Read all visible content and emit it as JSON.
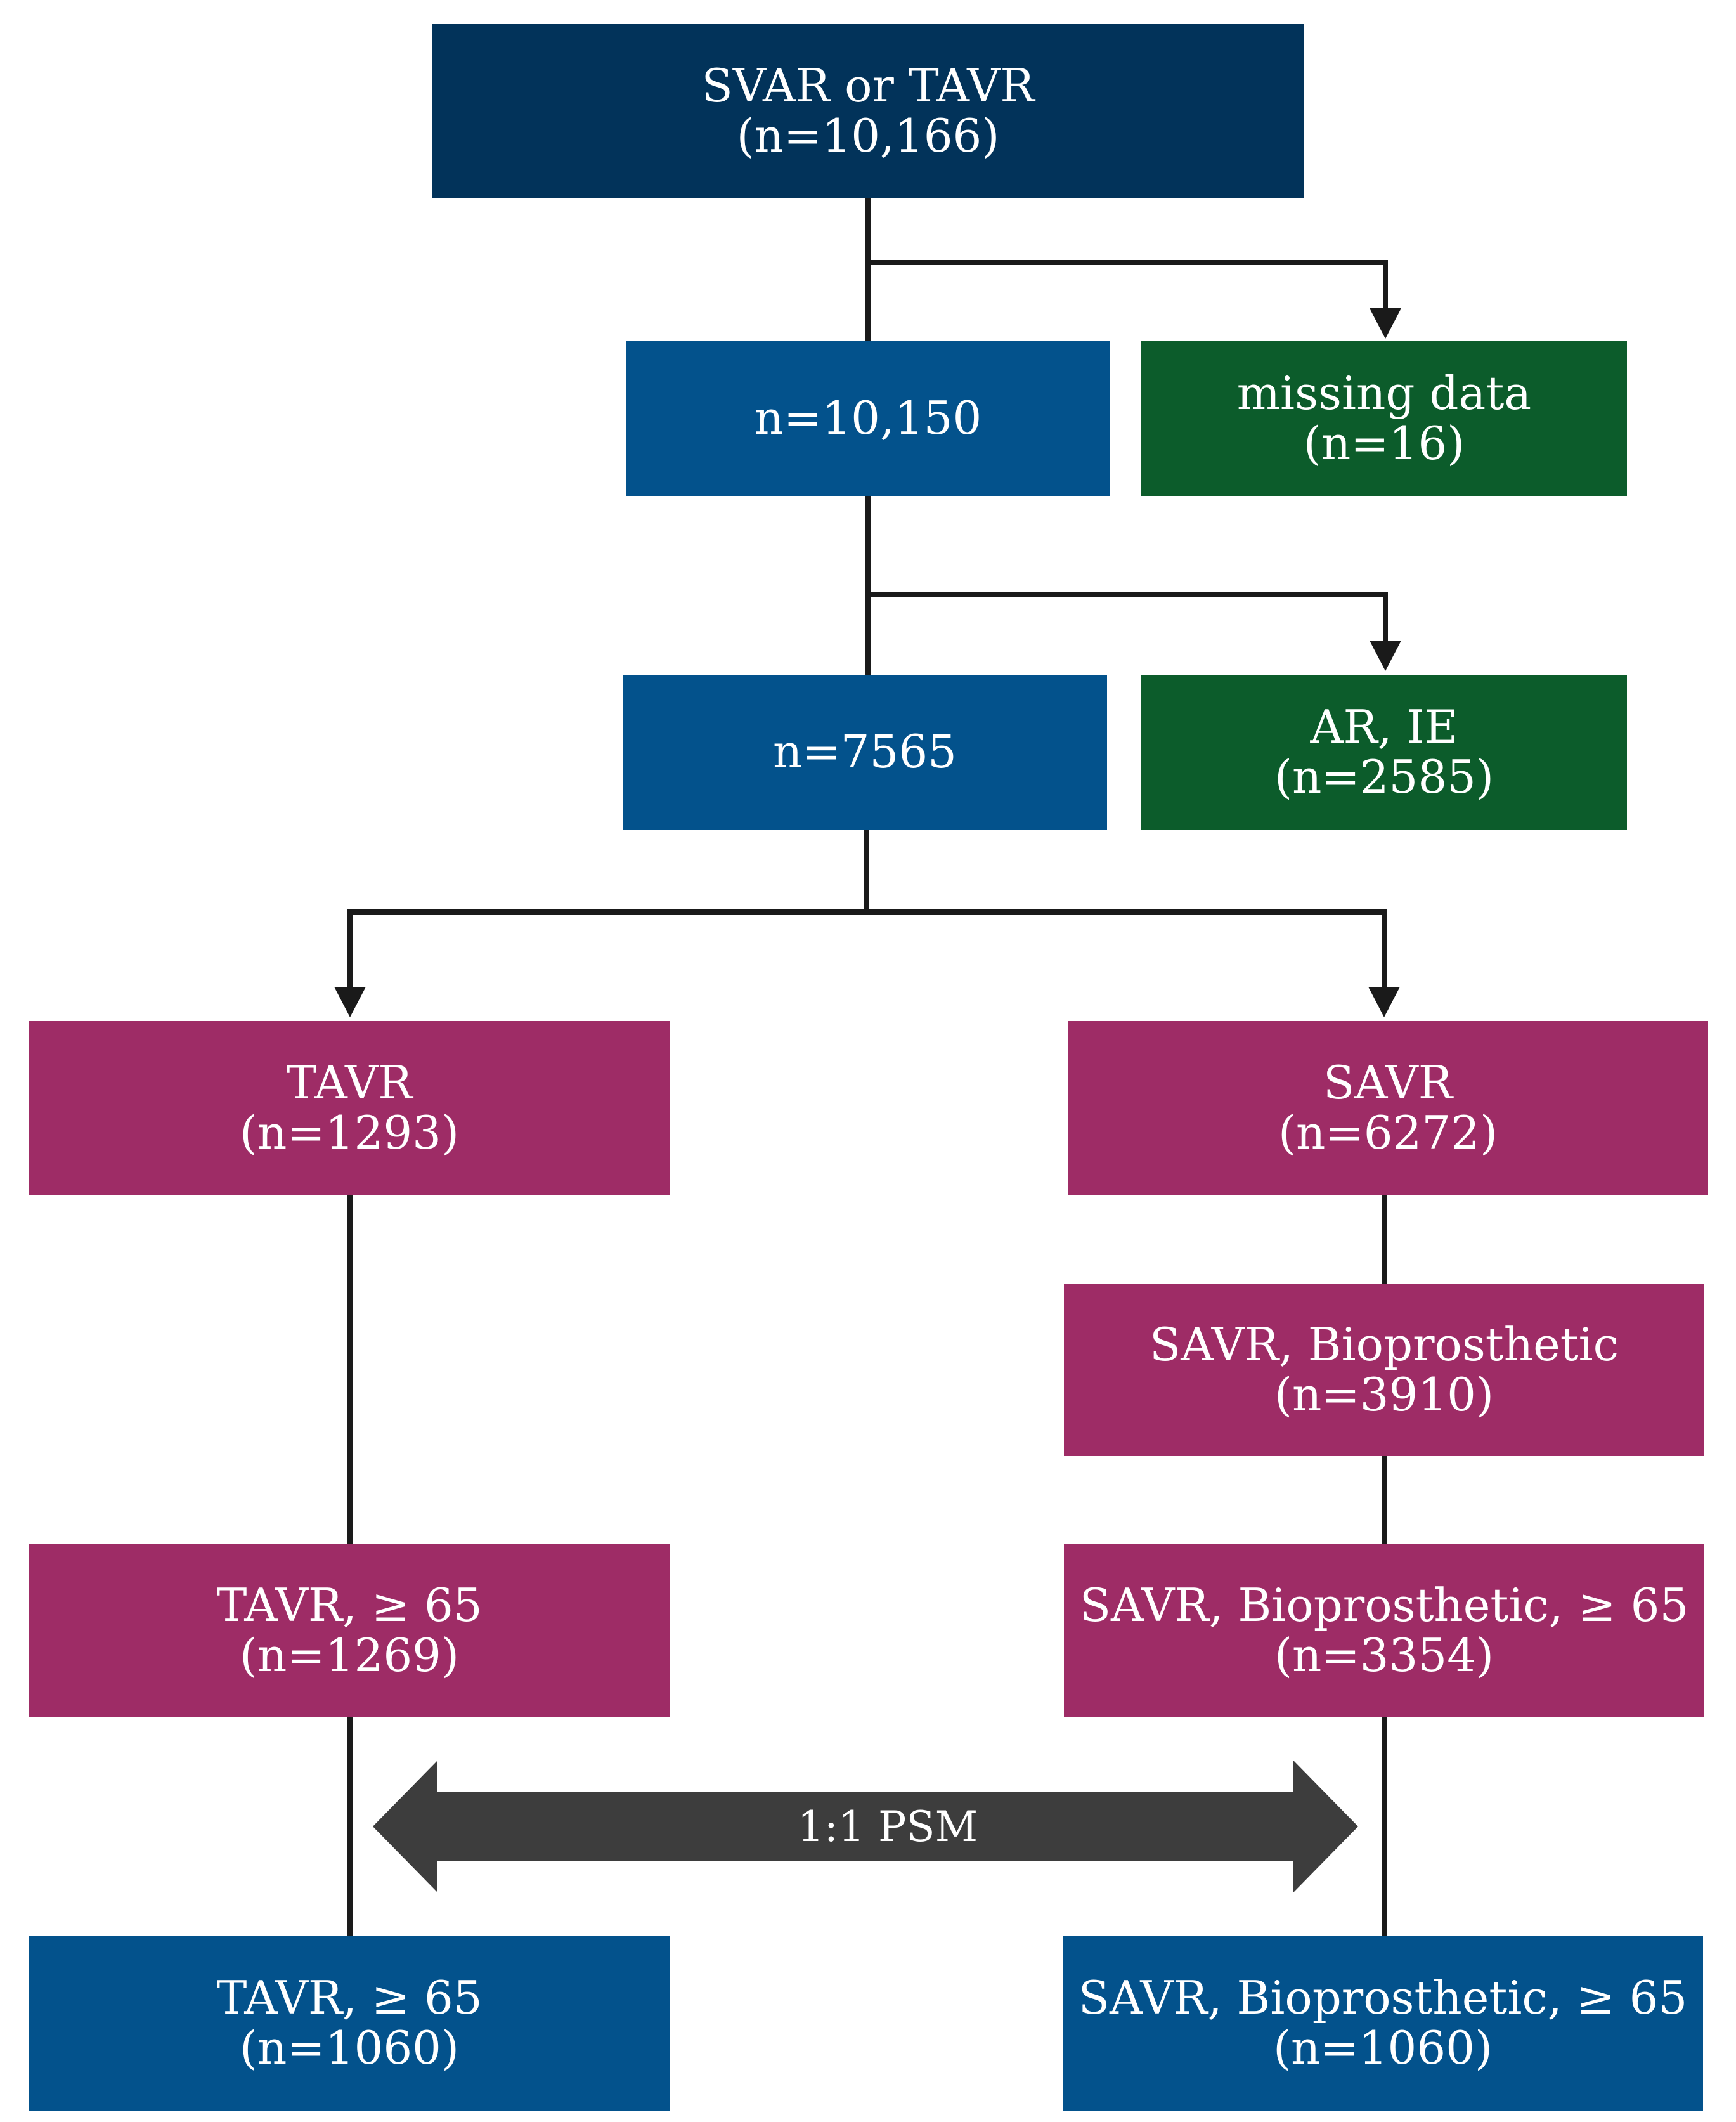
{
  "nodes": {
    "root": {
      "title": "SVAR or TAVR",
      "count": "(n=10,166)"
    },
    "step1": {
      "title": "n=10,150"
    },
    "missing": {
      "title": "missing data",
      "count": "(n=16)"
    },
    "step2": {
      "title": "n=7565"
    },
    "ar_ie": {
      "title": "AR, IE",
      "count": "(n=2585)"
    },
    "tavr": {
      "title": "TAVR",
      "count": "(n=1293)"
    },
    "savr": {
      "title": "SAVR",
      "count": "(n=6272)"
    },
    "savr_bio": {
      "title": "SAVR, Bioprosthetic",
      "count": "(n=3910)"
    },
    "tavr_65": {
      "title": "TAVR, ≥ 65",
      "count": "(n=1269)"
    },
    "savr_bio_65": {
      "title": "SAVR, Bioprosthetic, ≥ 65",
      "count": "(n=3354)"
    },
    "tavr_65_psm": {
      "title": "TAVR, ≥ 65",
      "count": "(n=1060)"
    },
    "savr_bio_65_psm": {
      "title": "SAVR, Bioprosthetic, ≥ 65",
      "count": "(n=1060)"
    }
  },
  "psm": {
    "label": "1:1 PSM"
  },
  "colors": {
    "navy": "#02335a",
    "blue": "#03528c",
    "green": "#0c5c2b",
    "magenta": "#9e2c66",
    "connector": "#1a1a1a",
    "psm_arrow": "#3d3d3d"
  }
}
